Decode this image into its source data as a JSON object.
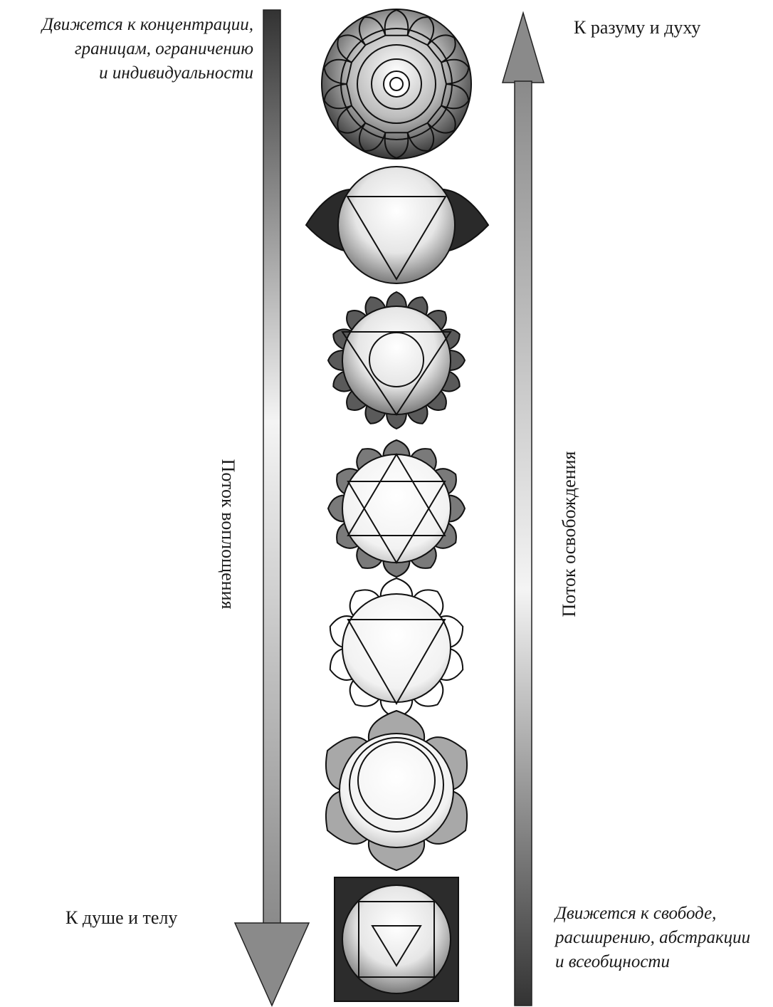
{
  "labels": {
    "top_left": [
      "Движется к концентрации,",
      "границам, ограничению",
      "и индивидуальности"
    ],
    "top_right": "К разуму и духу",
    "bottom_left": "К душе и телу",
    "bottom_right": [
      "Движется к свободе,",
      "расширению, абстракции",
      "и всеобщности"
    ],
    "left_flow": "Поток воплощения",
    "right_flow": "Поток освобождения"
  },
  "arrows": {
    "left": {
      "direction": "down",
      "gradient": [
        "#333333",
        "#f4f4f4",
        "#8a8a8a"
      ]
    },
    "right": {
      "direction": "up",
      "gradient": [
        "#8a8a8a",
        "#f4f4f4",
        "#333333"
      ]
    }
  },
  "chakras": [
    {
      "name": "crown",
      "symbol": "thousand-petal-lotus"
    },
    {
      "name": "third-eye",
      "symbol": "two-petals-inverted-triangle"
    },
    {
      "name": "throat",
      "symbol": "sixteen-petals-triangle-circle"
    },
    {
      "name": "heart",
      "symbol": "twelve-petals-hexagram"
    },
    {
      "name": "solar-plexus",
      "symbol": "ten-petals-inverted-triangle"
    },
    {
      "name": "sacral",
      "symbol": "six-petals-crescent"
    },
    {
      "name": "root",
      "symbol": "four-petals-square-triangle"
    }
  ]
}
